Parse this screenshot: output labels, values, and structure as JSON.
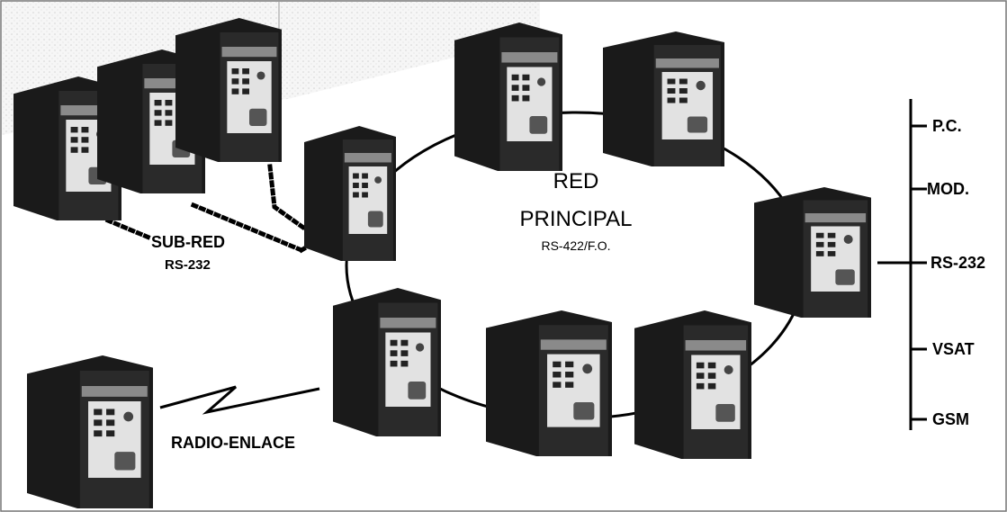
{
  "diagram": {
    "main_network": {
      "title_line1": "RED",
      "title_line2": "PRINCIPAL",
      "subtitle": "RS-422/F.O."
    },
    "sub_network": {
      "title": "SUB-RED",
      "subtitle": "RS-232"
    },
    "radio_link": {
      "label": "RADIO-ENLACE"
    },
    "interfaces": [
      "P.C.",
      "MOD.",
      "RS-232",
      "VSAT",
      "GSM"
    ]
  },
  "colors": {
    "device_body": "#1a1a1a",
    "device_front": "#2a2a2a",
    "device_panel": "#e2e2e2",
    "line": "#000000",
    "background": "#ffffff"
  },
  "icons": [
    "device-module-icon",
    "radio-link-icon"
  ]
}
